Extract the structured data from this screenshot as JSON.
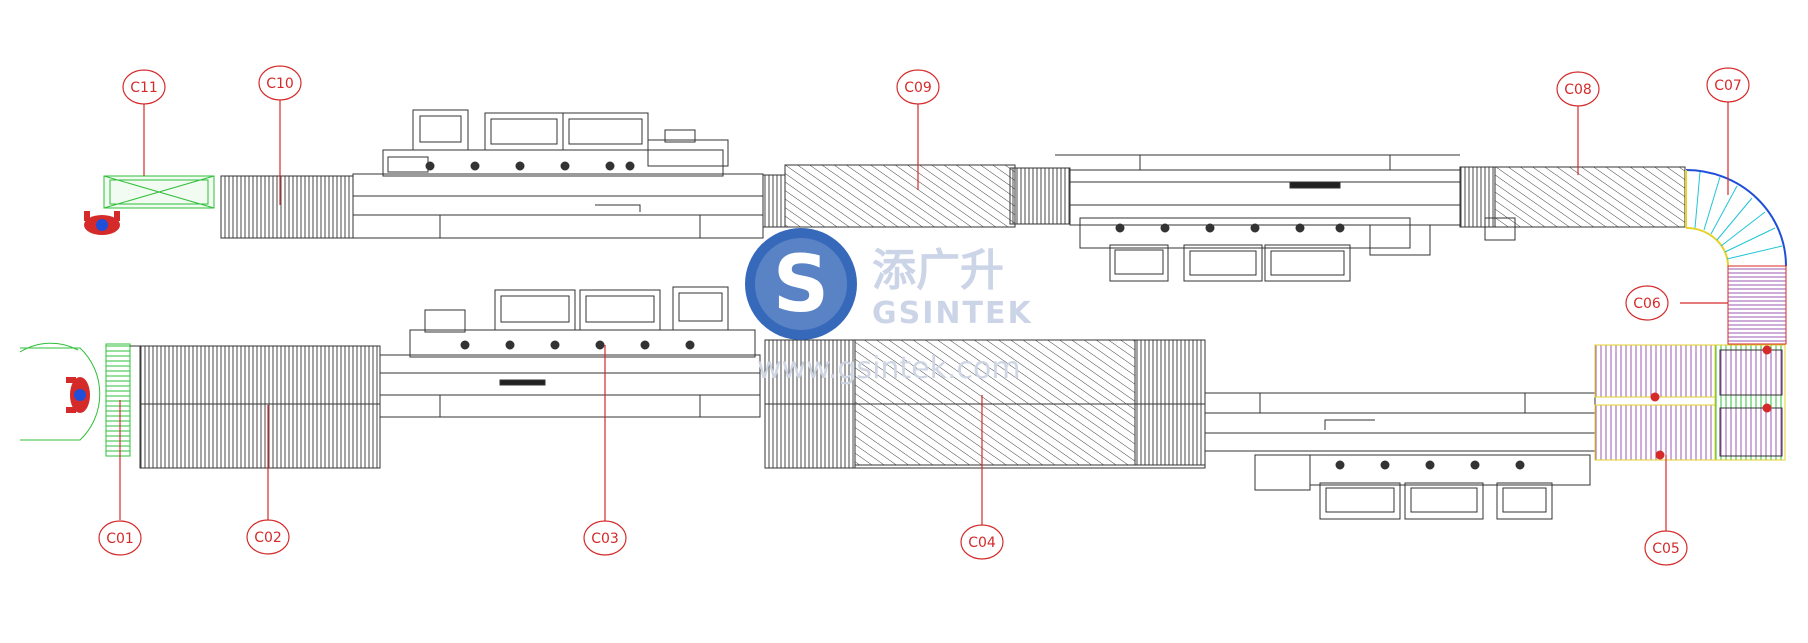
{
  "watermark": {
    "brand_cn": "添广升",
    "brand_en": "GSINTEK",
    "url": "www.gsintek.com",
    "logo_letter": "S",
    "colors": {
      "logo": "#2d61b8",
      "text": "#c9d3e6"
    }
  },
  "callouts": [
    {
      "id": "C01",
      "text": "C01"
    },
    {
      "id": "C02",
      "text": "C02"
    },
    {
      "id": "C03",
      "text": "C03"
    },
    {
      "id": "C04",
      "text": "C04"
    },
    {
      "id": "C05",
      "text": "C05"
    },
    {
      "id": "C06",
      "text": "C06"
    },
    {
      "id": "C07",
      "text": "C07"
    },
    {
      "id": "C08",
      "text": "C08"
    },
    {
      "id": "C09",
      "text": "C09"
    },
    {
      "id": "C10",
      "text": "C10"
    },
    {
      "id": "C11",
      "text": "C11"
    }
  ],
  "colors": {
    "callout": "#d42a2a",
    "line": "#333333",
    "green": "#2fbf3a",
    "purple": "#9b59b6",
    "blue": "#1f4fd8",
    "cyan": "#20c4d8",
    "yellow": "#e6d22a",
    "operator": "#d42a2a"
  },
  "icons": [
    "operator-icon",
    "gsintek-logo-icon"
  ]
}
